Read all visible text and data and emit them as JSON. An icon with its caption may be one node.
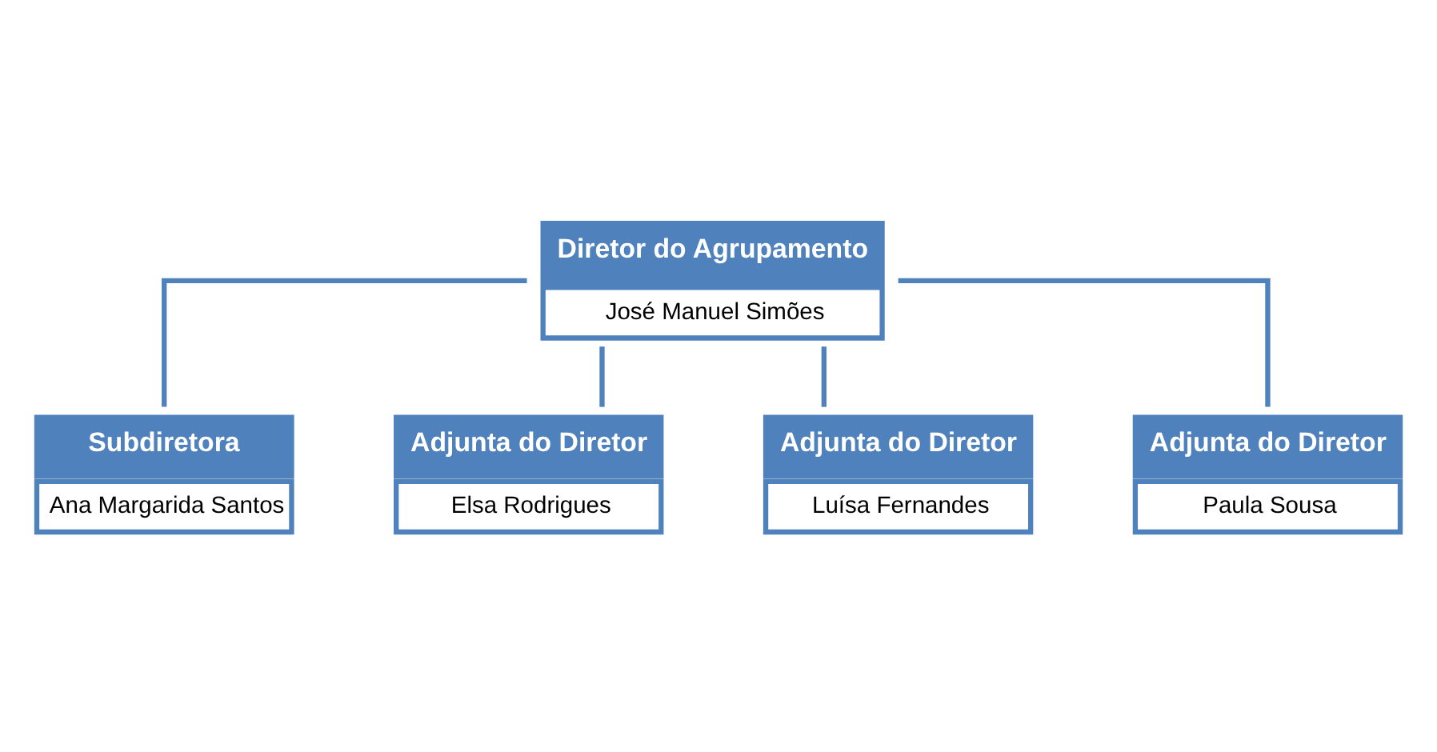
{
  "diagram": {
    "nodes": [
      {
        "text": [
          "Diretor do Agrupamento",
          "José Manuel Simões"
        ]
      },
      {
        "text": [
          "Subdiretora",
          "Ana Margarida Santos"
        ]
      },
      {
        "text": [
          "Adjunta do Diretor",
          "Elsa Rodrigues"
        ]
      },
      {
        "text": [
          "Adjunta do Diretor",
          "Luísa Fernandes"
        ]
      },
      {
        "text": [
          "Adjunta do Diretor",
          "Paula Sousa"
        ]
      }
    ],
    "edges": [
      {
        "from": 0,
        "to": 1,
        "arrow": "none"
      },
      {
        "from": 0,
        "to": 2,
        "arrow": "none"
      },
      {
        "from": 0,
        "to": 3,
        "arrow": "none"
      },
      {
        "from": 0,
        "to": 4,
        "arrow": "none"
      }
    ]
  }
}
